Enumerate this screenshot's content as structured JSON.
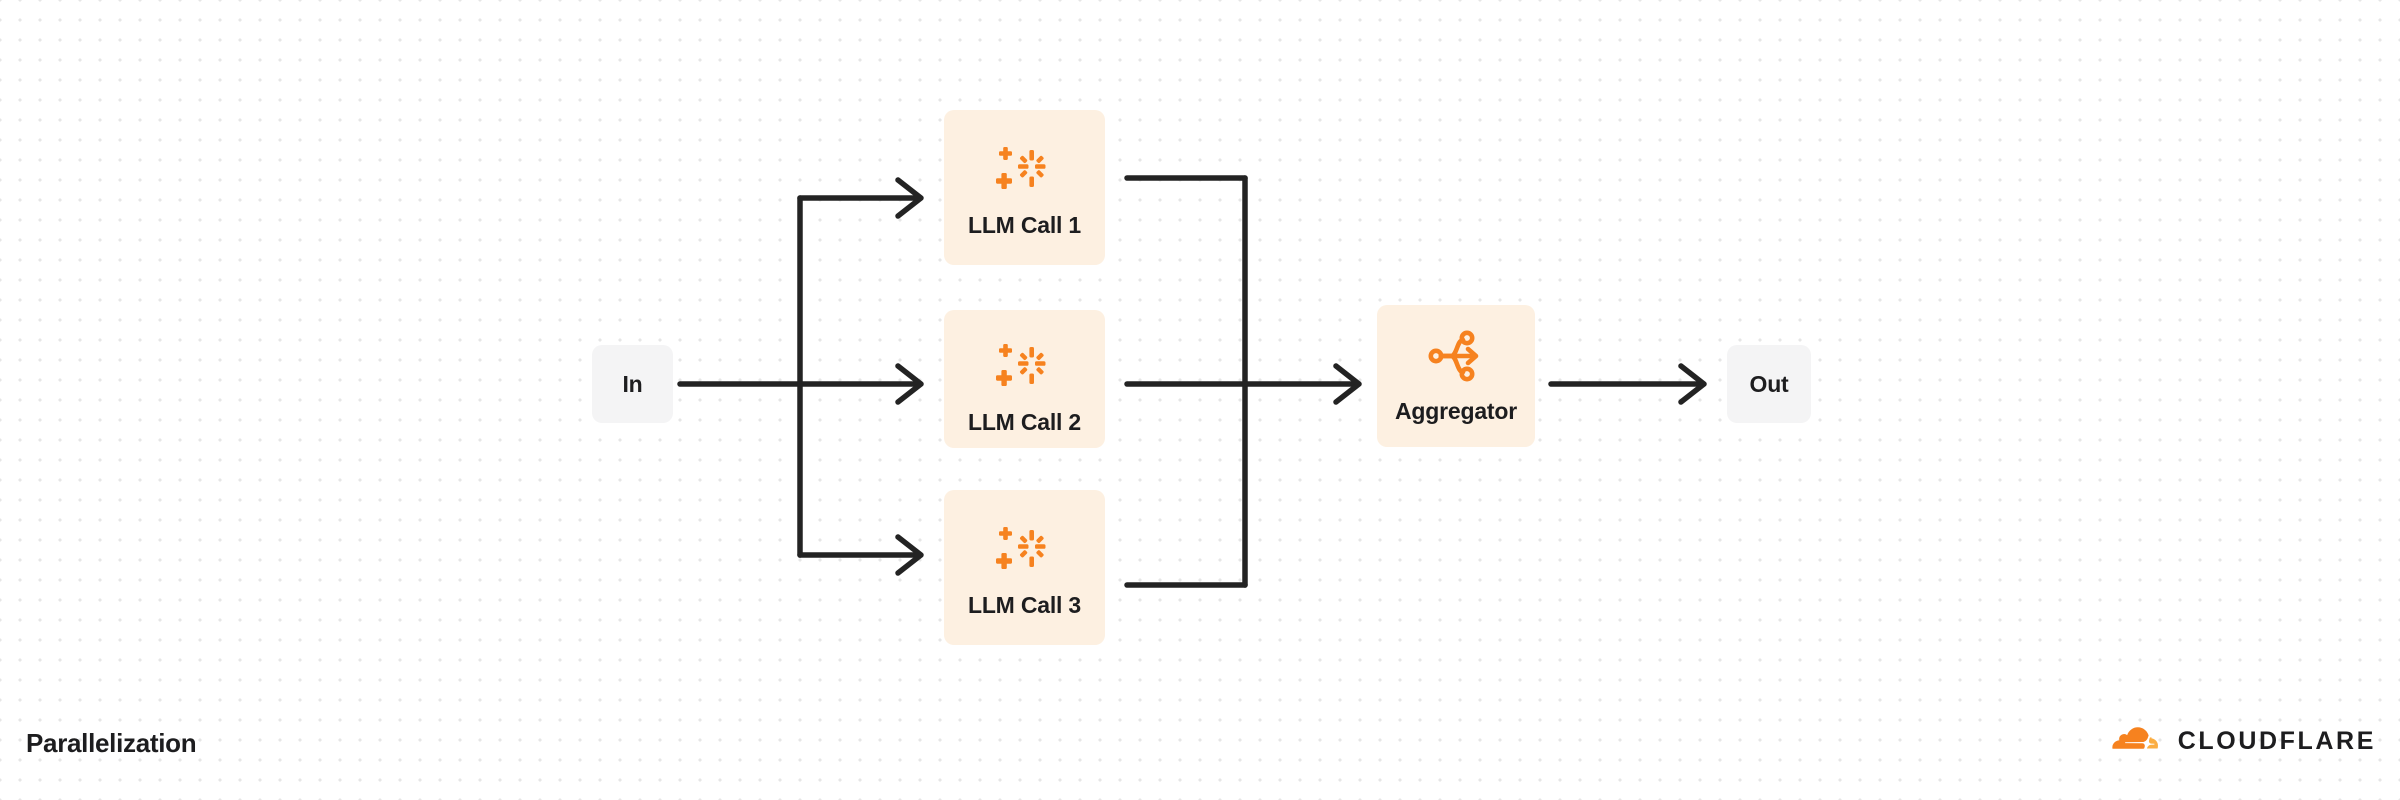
{
  "diagram": {
    "title": "Parallelization",
    "type": "flow-diagram",
    "background": "#ffffff",
    "grid": "dotted",
    "colors": {
      "accent_orange": "#f6821f",
      "accent_orange_dark": "#f26c28",
      "node_cream": "#fdf0e1",
      "node_gray": "#f4f4f5",
      "line_dark": "#232323",
      "text_dark": "#1d1d1f",
      "grid_dot": "#e6e6e6"
    },
    "nodes": {
      "input": {
        "label": "In",
        "icon": "none"
      },
      "output": {
        "label": "Out",
        "icon": "none"
      },
      "llm_calls": [
        {
          "label": "LLM Call 1",
          "icon": "ai-sparkle-icon"
        },
        {
          "label": "LLM Call 2",
          "icon": "ai-sparkle-icon"
        },
        {
          "label": "LLM Call 3",
          "icon": "ai-sparkle-icon"
        }
      ],
      "aggregator": {
        "label": "Aggregator",
        "icon": "aggregator-merge-icon"
      }
    },
    "edges": [
      {
        "from": "In",
        "to": "LLM Call 1",
        "style": "orthogonal-arrow"
      },
      {
        "from": "In",
        "to": "LLM Call 2",
        "style": "straight-arrow"
      },
      {
        "from": "In",
        "to": "LLM Call 3",
        "style": "orthogonal-arrow"
      },
      {
        "from": "LLM Call 1",
        "to": "Aggregator",
        "style": "orthogonal"
      },
      {
        "from": "LLM Call 2",
        "to": "Aggregator",
        "style": "straight-arrow"
      },
      {
        "from": "LLM Call 3",
        "to": "Aggregator",
        "style": "orthogonal"
      },
      {
        "from": "Aggregator",
        "to": "Out",
        "style": "straight-arrow"
      }
    ]
  },
  "brand": {
    "name": "CLOUDFLARE",
    "logo": "cloudflare-cloud-icon"
  }
}
